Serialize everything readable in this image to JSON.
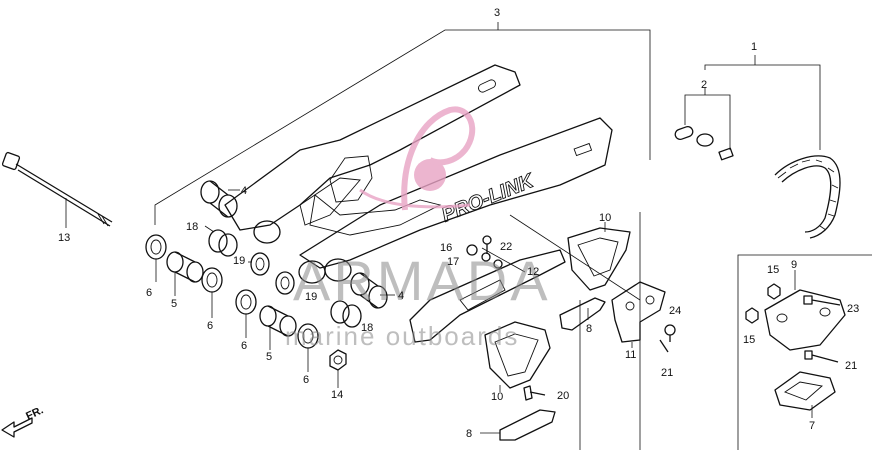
{
  "diagram": {
    "callouts": {
      "n1": "1",
      "n2": "2",
      "n3": "3",
      "n4a": "4",
      "n4b": "4",
      "n5a": "5",
      "n5b": "5",
      "n6a": "6",
      "n6b": "6",
      "n6c": "6",
      "n6d": "6",
      "n7": "7",
      "n8a": "8",
      "n8b": "8",
      "n9": "9",
      "n10a": "10",
      "n10b": "10",
      "n11": "11",
      "n12": "12",
      "n13": "13",
      "n14": "14",
      "n15a": "15",
      "n15b": "15",
      "n16": "16",
      "n17": "17",
      "n18a": "18",
      "n18b": "18",
      "n19a": "19",
      "n19b": "19",
      "n20": "20",
      "n21a": "21",
      "n21b": "21",
      "n22": "22",
      "n23": "23",
      "n24": "24"
    },
    "swingarm_decal": "PRO-LINK",
    "direction_marker": "FR."
  },
  "watermark": {
    "brand": "ARMADA",
    "tagline": "marine outboards",
    "logo_color": "#e8a3c4"
  }
}
